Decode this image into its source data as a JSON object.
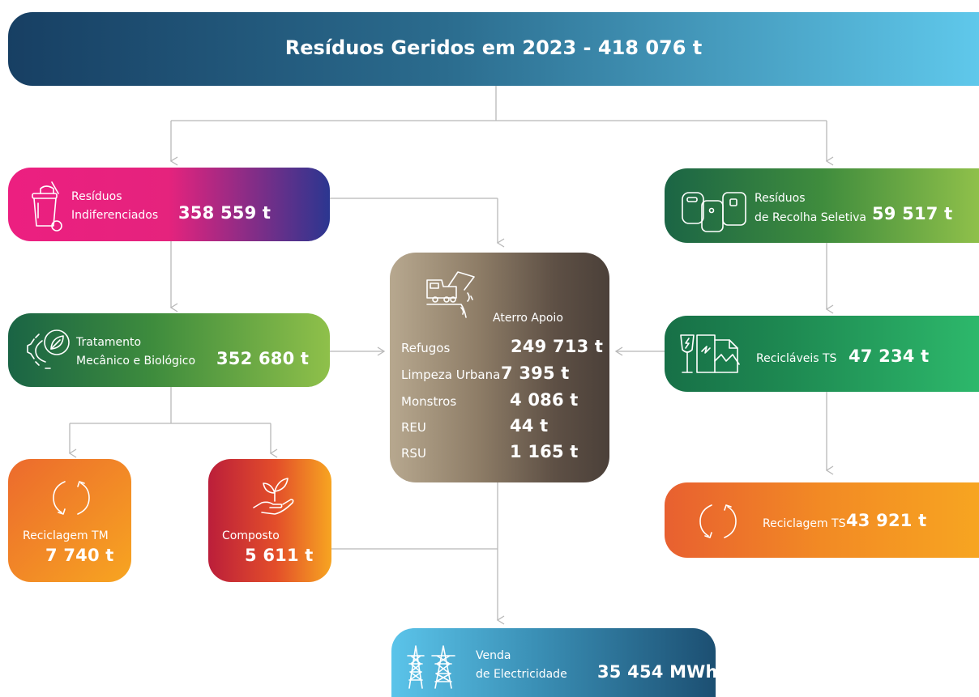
{
  "title": "Resíduos Geridos em 2023 - 418 076 t",
  "indiferenciados": {
    "label_line1": "Resíduos",
    "label_line2": "Indiferenciados",
    "value": "358 559 t",
    "icon": "trash-bin-icon"
  },
  "tmb": {
    "label_line1": "Tratamento",
    "label_line2": "Mecânico e Biológico",
    "value": "352 680 t",
    "icon": "gear-leaf-icon"
  },
  "reciclagem_tm": {
    "label": "Reciclagem TM",
    "value": "7 740 t",
    "icon": "recycle-arrows-icon"
  },
  "composto": {
    "label": "Composto",
    "value": "5 611 t",
    "icon": "hand-plant-icon"
  },
  "aterro": {
    "label": "Aterro Apoio",
    "icon": "landfill-truck-icon",
    "rows": [
      {
        "label": "Refugos",
        "value": "249 713 t"
      },
      {
        "label": "Limpeza Urbana",
        "value": "7 395 t"
      },
      {
        "label": "Monstros",
        "value": "4 086 t"
      },
      {
        "label": "REU",
        "value": "44 t"
      },
      {
        "label": "RSU",
        "value": "1 165 t"
      }
    ]
  },
  "seletiva": {
    "label_line1": "Resíduos",
    "label_line2": "de Recolha Seletiva",
    "value": "59 517 t",
    "icon": "recycling-bins-icon"
  },
  "reciclaveis": {
    "label": "Recicláveis TS",
    "value": "47 234 t",
    "icon": "glass-paper-metal-icon"
  },
  "reciclagem_ts": {
    "label": "Reciclagem TS",
    "value": "43 921 t",
    "icon": "recycle-arrows-icon"
  },
  "venda": {
    "label_line1": "Venda",
    "label_line2": "de Electricidade",
    "value": "35 454 MWh",
    "icon": "power-pylon-icon"
  },
  "colors": {
    "line": "#b8b8b8"
  }
}
